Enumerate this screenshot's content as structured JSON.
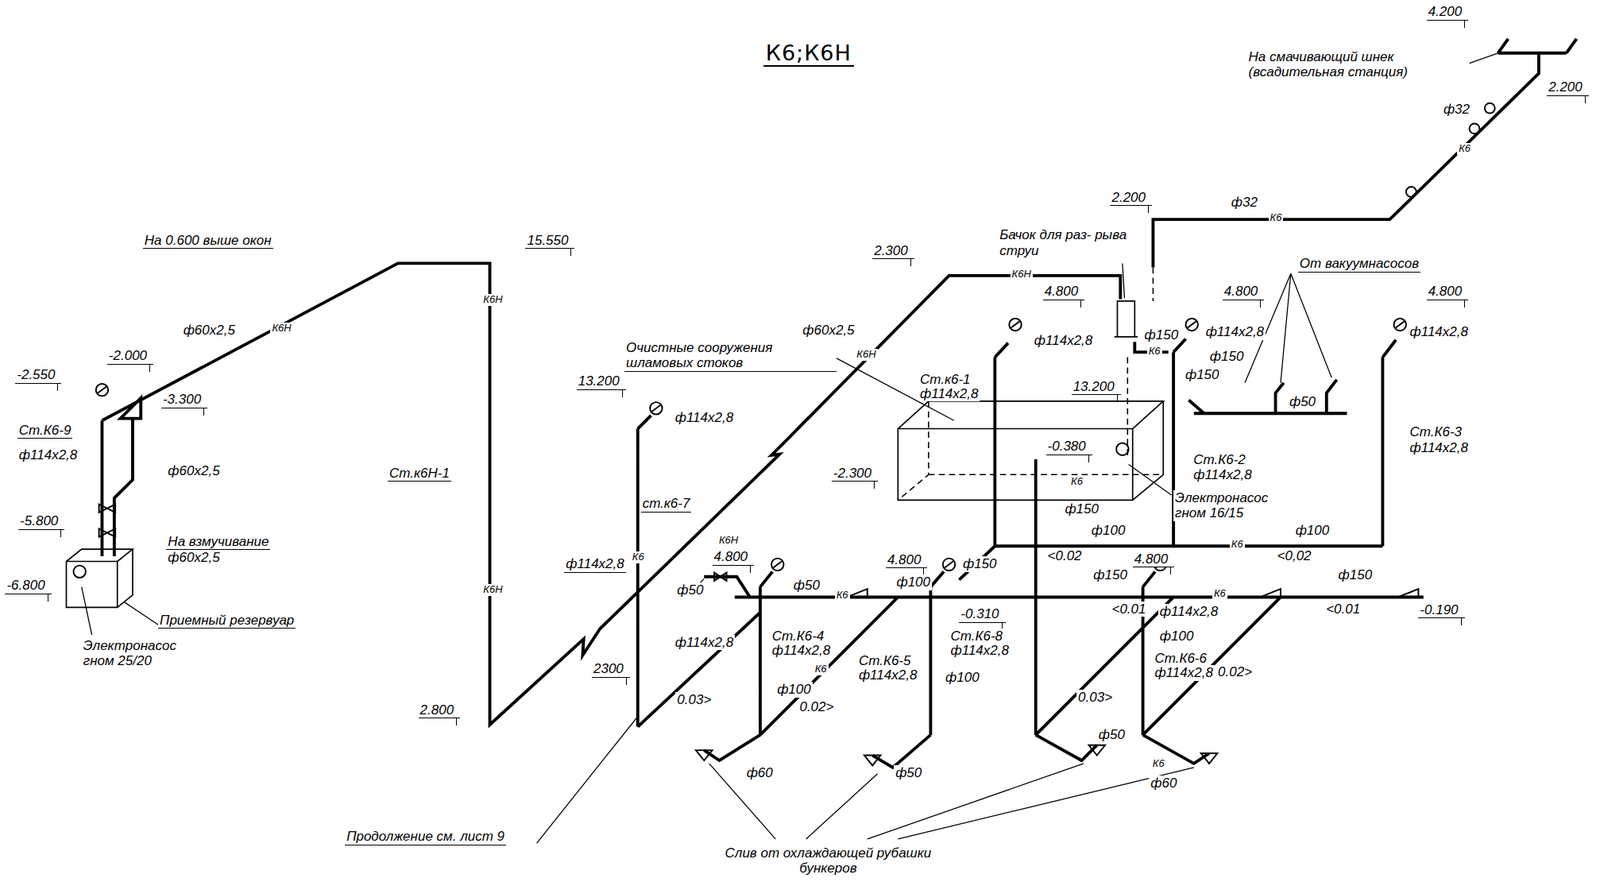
{
  "diagram": {
    "title": "К6;К6Н",
    "labels": [
      "4.200",
      "На смачивающий шнек (всадительная станция)",
      "2.200",
      "ф32",
      "К6",
      "2.200",
      "ф32",
      "К6",
      "Бачок для раз- рыва струи",
      "От вакуумнасосов",
      "2.300",
      "К6Н",
      "4.800",
      "4.800",
      "4.800",
      "На 0.600 выше окон",
      "15.550",
      "ф60х2,5",
      "К6Н",
      "ф60х2,5",
      "К6Н",
      "ф114х2,8",
      "ф150",
      "ф114х2,8",
      "ф114х2,8",
      "К6",
      "ф150",
      "ф150",
      "Очистные сооружения шламовых стоков",
      "-2.000",
      "-2.550",
      "-3.300",
      "13.200",
      "ф114х2,8",
      "Ст.к6-1",
      "ф114х2,8",
      "13.200",
      "ф50",
      "Ст.К6-9",
      "ф114х2,8",
      "ф60х2,5",
      "-0.380",
      "Ст.К6-3",
      "ф114х2,8",
      "Ст.К6-2",
      "ф114х2,8",
      "Ст.к6Н-1",
      "К6Н",
      "К6Н",
      "-2.300",
      "К6",
      "Электронасос гном 16/15",
      "ст.к6-7",
      "ф150",
      "-5.800",
      "На взмучивание",
      "ф60х2,5",
      "К6Н",
      "ф100",
      "ф100",
      "<0.02",
      "К6",
      "<0,02",
      "4.800",
      "4.800",
      "4.800",
      "ф150",
      "ф150",
      "ф150",
      "ф114х2,8",
      "К6",
      "ф50",
      "ф50",
      "К6",
      "ф100",
      "-0.310",
      "<0.01",
      "К6",
      "ф114х2,8",
      "<0.01",
      "-0.190",
      "-6.800",
      "Приемный резервуар",
      "ф114х2,8",
      "Ст.К6-4",
      "ф114х2,8",
      "Ст.К6-5",
      "ф114х2,8",
      "Ст.К6-8",
      "ф114х2,8",
      "ф100",
      "Ст.К6-6",
      "ф114х2,8",
      "Электронасос гном 25/20",
      "2300",
      "К6",
      "ф100",
      "ф100",
      "0.03>",
      "0.02>",
      "0.03>",
      "0.02>",
      "2.800",
      "ф50",
      "К6",
      "ф60",
      "ф50",
      "ф60",
      "Продолжение см. лист 9",
      "Слив от охлаждающей рубашки бункеров"
    ]
  }
}
